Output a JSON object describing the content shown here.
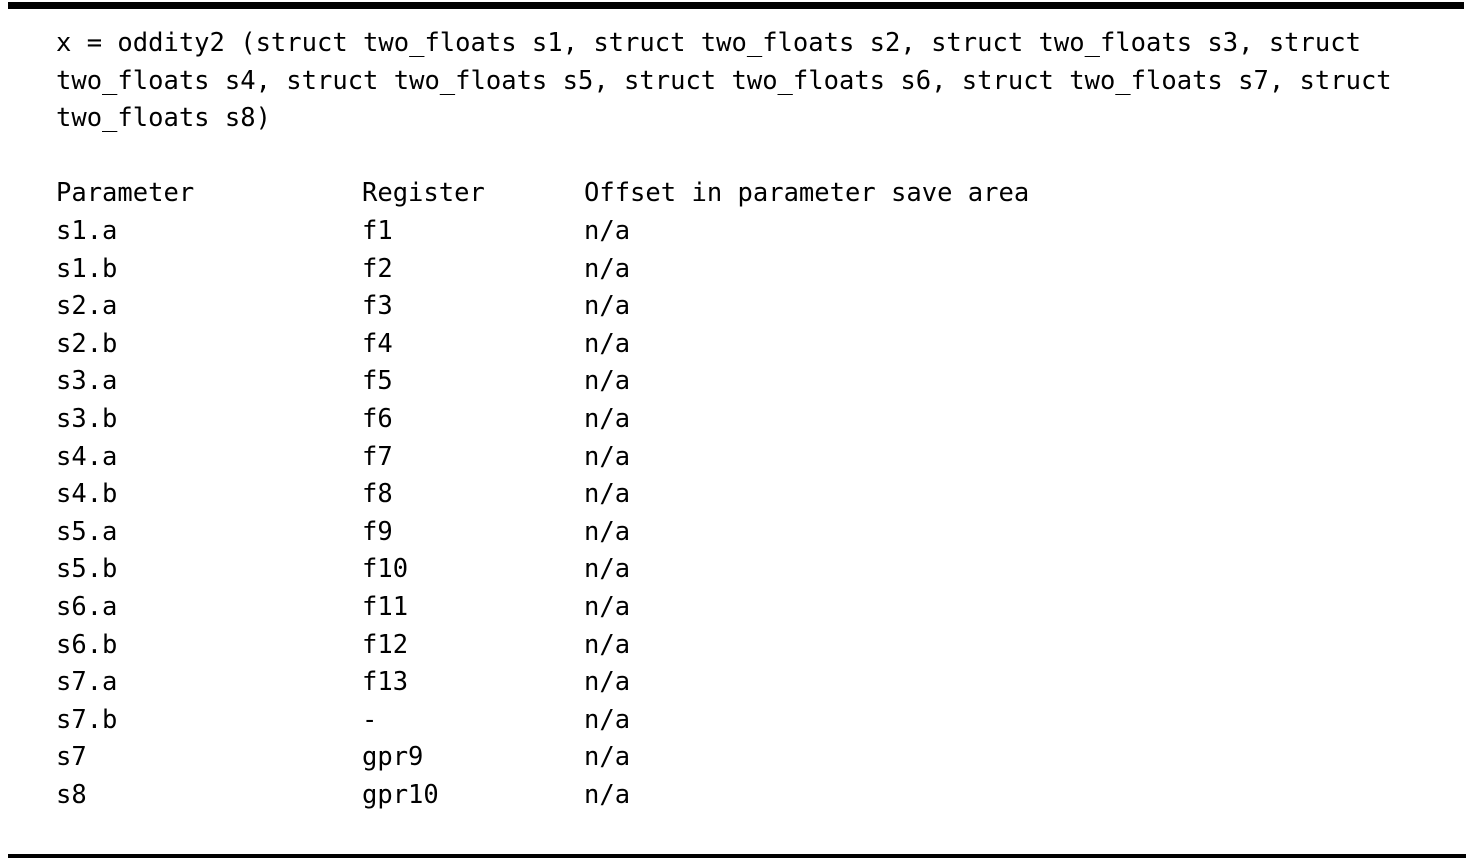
{
  "document": {
    "signature": "x = oddity2 (struct two_floats s1, struct two_floats s2, struct two_floats s3, struct two_floats s4, struct two_floats s5, struct two_floats s6, struct two_floats s7, struct two_floats s8)",
    "function_name": "oddity2",
    "return_variable": "x"
  },
  "table": {
    "headers": {
      "parameter": "Parameter",
      "register": "Register",
      "offset": "Offset in parameter save area"
    },
    "rows": [
      {
        "parameter": "s1.a",
        "register": "f1",
        "offset": "n/a"
      },
      {
        "parameter": "s1.b",
        "register": "f2",
        "offset": "n/a"
      },
      {
        "parameter": "s2.a",
        "register": "f3",
        "offset": "n/a"
      },
      {
        "parameter": "s2.b",
        "register": "f4",
        "offset": "n/a"
      },
      {
        "parameter": "s3.a",
        "register": "f5",
        "offset": "n/a"
      },
      {
        "parameter": "s3.b",
        "register": "f6",
        "offset": "n/a"
      },
      {
        "parameter": "s4.a",
        "register": "f7",
        "offset": "n/a"
      },
      {
        "parameter": "s4.b",
        "register": "f8",
        "offset": "n/a"
      },
      {
        "parameter": "s5.a",
        "register": "f9",
        "offset": "n/a"
      },
      {
        "parameter": "s5.b",
        "register": "f10",
        "offset": "n/a"
      },
      {
        "parameter": "s6.a",
        "register": "f11",
        "offset": "n/a"
      },
      {
        "parameter": "s6.b",
        "register": "f12",
        "offset": "n/a"
      },
      {
        "parameter": "s7.a",
        "register": "f13",
        "offset": "n/a"
      },
      {
        "parameter": "s7.b",
        "register": "-",
        "offset": "n/a"
      },
      {
        "parameter": "s7",
        "register": "gpr9",
        "offset": "n/a"
      },
      {
        "parameter": "s8",
        "register": "gpr10",
        "offset": "n/a"
      }
    ]
  },
  "colors": {
    "background": "#ffffff",
    "text": "#000000",
    "rule": "#000000"
  }
}
